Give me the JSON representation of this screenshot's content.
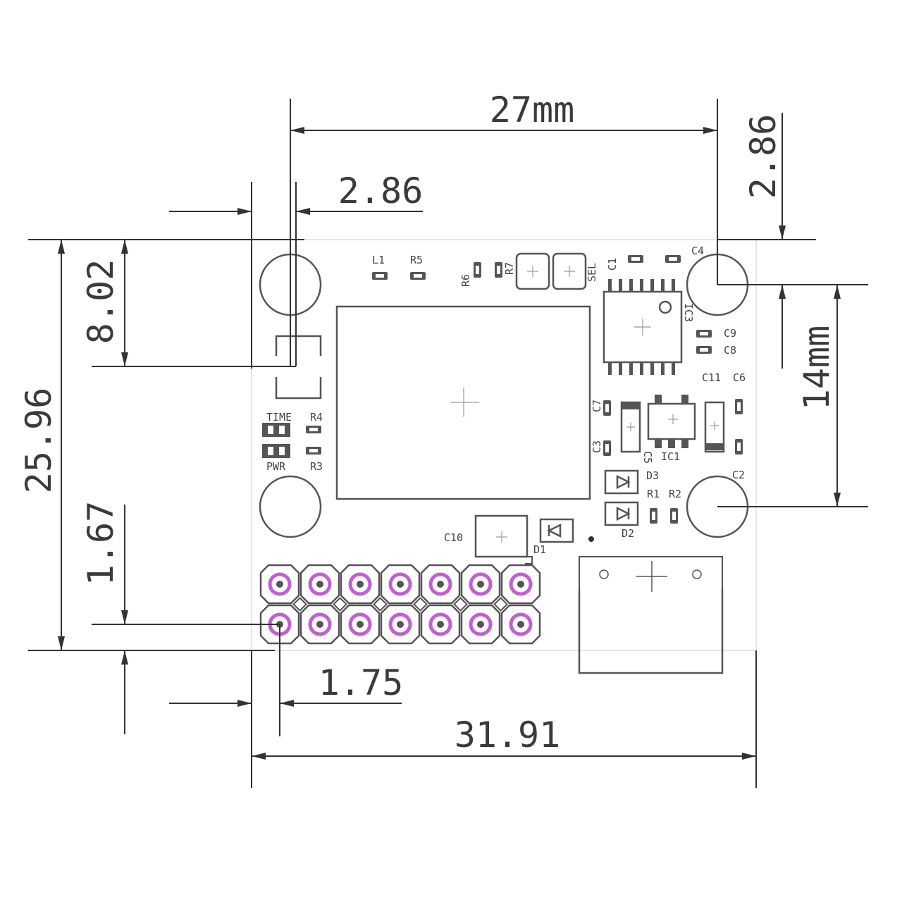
{
  "dimensions": {
    "top_width": "27mm",
    "left_hole_offset": "2.86",
    "top_hole_offset": "2.86",
    "hole_spacing_vertical": "8.02",
    "board_height": "25.96",
    "hole_pitch_right": "14mm",
    "header_offset_vertical": "1.67",
    "header_offset_horizontal": "1.75",
    "board_width": "31.91"
  },
  "labels": {
    "L1": "L1",
    "R5": "R5",
    "R6": "R6",
    "R7": "R7",
    "SEL": "SEL",
    "C1": "C1",
    "C4": "C4",
    "IC3": "IC3",
    "C9": "C9",
    "C8": "C8",
    "C11": "C11",
    "C6": "C6",
    "C7": "C7",
    "C3": "C3",
    "C5": "C5",
    "IC1": "IC1",
    "TIME": "TIME",
    "R4": "R4",
    "PWR": "PWR",
    "R3": "R3",
    "D3": "D3",
    "R1": "R1",
    "R2": "R2",
    "C2": "C2",
    "D2": "D2",
    "C10": "C10",
    "D1": "D1"
  },
  "colors": {
    "pad_ring": "#c060d0",
    "outline": "#555555",
    "dimension": "#333333"
  }
}
